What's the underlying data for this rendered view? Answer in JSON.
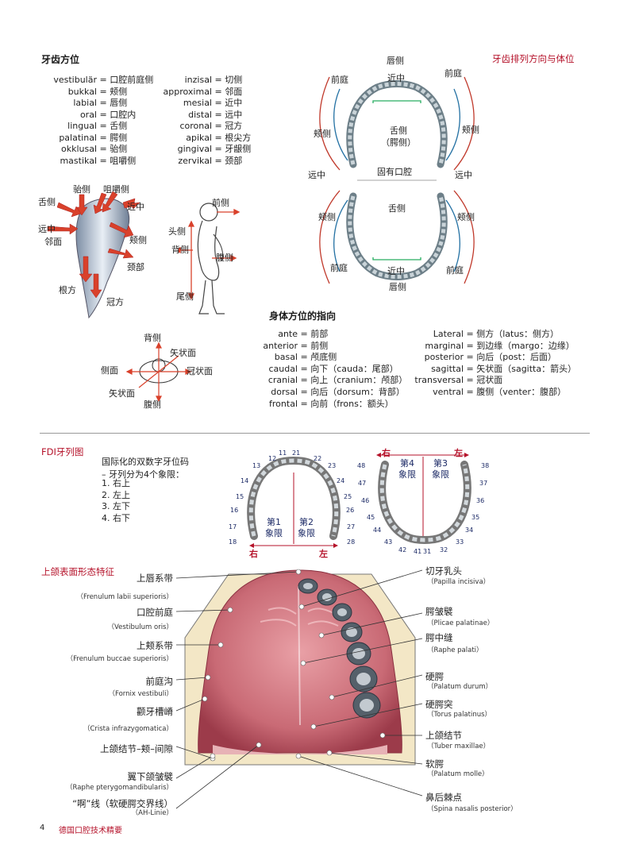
{
  "section1": {
    "title": "牙齿方位",
    "left_terms": [
      [
        "vestibulär",
        "口腔前庭侧"
      ],
      [
        "bukkal",
        "颊侧"
      ],
      [
        "labial",
        "唇侧"
      ],
      [
        "oral",
        "口腔内"
      ],
      [
        "lingual",
        "舌侧"
      ],
      [
        "palatinal",
        "腭侧"
      ],
      [
        "okklusal",
        "骀侧"
      ],
      [
        "mastikal",
        "咀嚼侧"
      ]
    ],
    "right_terms": [
      [
        "inzisal",
        "切侧"
      ],
      [
        "approximal",
        "邻面"
      ],
      [
        "mesial",
        "近中"
      ],
      [
        "distal",
        "远中"
      ],
      [
        "coronal",
        "冠方"
      ],
      [
        "apikal",
        "根尖方"
      ],
      [
        "gingival",
        "牙龈侧"
      ],
      [
        "zervikal",
        "颈部"
      ]
    ],
    "tooth_labels": {
      "occlusal": "骀侧",
      "mastical": "咀嚼侧",
      "lingual": "舌侧",
      "mesial": "近中",
      "distal": "远中",
      "approximal": "邻面",
      "buccal": "颊侧",
      "cervical": "颈部",
      "apical": "根方",
      "coronal": "冠方"
    },
    "body_labels": {
      "front": "前侧",
      "head": "头侧",
      "back": "背侧",
      "belly": "腹侧",
      "tail": "尾侧"
    },
    "plane_labels": {
      "dorsal": "背侧",
      "sagittal_top": "矢状面",
      "lateral": "侧面",
      "coronal": "冠状面",
      "sagittal_bottom": "矢状面",
      "ventral": "腹侧"
    }
  },
  "arch": {
    "title": "牙齿排列方向与体位",
    "labels": {
      "lip_top": "唇侧",
      "vestibule_tl": "前庭",
      "vestibule_tr": "前庭",
      "mesial_top": "近中",
      "buccal_ul": "颊侧",
      "buccal_ur": "颊侧",
      "tongue_palate": "舌侧\n（腭侧）",
      "distal_l": "远中",
      "distal_r": "远中",
      "oral_cavity": "固有口腔",
      "buccal_ll": "颊侧",
      "buccal_lr": "颊侧",
      "tongue": "舌侧",
      "vestibule_bl": "前庭",
      "vestibule_br": "前庭",
      "mesial_bottom": "近中",
      "lip_bottom": "唇侧"
    }
  },
  "body_orientation": {
    "title": "身体方位的指向",
    "left_terms": [
      [
        "ante",
        "前部"
      ],
      [
        "anterior",
        "前侧"
      ],
      [
        "basal",
        "颅底侧"
      ],
      [
        "caudal",
        "向下（cauda：尾部）"
      ],
      [
        "cranial",
        "向上（cranium：颅部）"
      ],
      [
        "dorsal",
        "向后（dorsum：背部）"
      ],
      [
        "frontal",
        "向前（frons：额头）"
      ]
    ],
    "right_terms": [
      [
        "Lateral",
        "侧方（latus：侧方）"
      ],
      [
        "marginal",
        "到边缘（margo：边缘）"
      ],
      [
        "posterior",
        "向后（post：后面）"
      ],
      [
        "sagittal",
        "矢状面（sagitta：箭头）"
      ],
      [
        "transversal",
        "冠状面"
      ],
      [
        "ventral",
        "腹侧（venter：腹部）"
      ]
    ]
  },
  "fdi": {
    "title": "FDI牙列图",
    "intro": "国际化的双数字牙位码",
    "intro2": "– 牙列分为4个象限：",
    "list": [
      "1. 右上",
      "2. 左上",
      "3. 左下",
      "4. 右下"
    ],
    "upper_left_nums": [
      "11",
      "12",
      "13",
      "14",
      "15",
      "16",
      "17",
      "18"
    ],
    "upper_right_nums": [
      "21",
      "22",
      "23",
      "24",
      "25",
      "26",
      "27",
      "28"
    ],
    "lower_left_nums": [
      "48",
      "47",
      "46",
      "45",
      "44",
      "43",
      "42",
      "41"
    ],
    "lower_right_nums": [
      "31",
      "32",
      "33",
      "34",
      "35",
      "36",
      "37",
      "38"
    ],
    "q1": "第1\n象限",
    "q2": "第2\n象限",
    "q3": "第3\n象限",
    "q4": "第4\n象限",
    "right": "右",
    "left": "左"
  },
  "maxilla": {
    "title": "上颌表面形态特征",
    "left": [
      {
        "cn": "上唇系带",
        "de": "（Frenulum labii superioris）"
      },
      {
        "cn": "口腔前庭",
        "de": "（Vestibulum oris）"
      },
      {
        "cn": "上颊系带",
        "de": "（Frenulum buccae superioris）"
      },
      {
        "cn": "前庭沟",
        "de": "（Fornix vestibuli）"
      },
      {
        "cn": "颧牙槽嵴",
        "de": "（Crista infrazygomatica）"
      },
      {
        "cn": "上颌结节–颊–间隙",
        "de": ""
      },
      {
        "cn": "翼下颌皱襞",
        "de": "（Raphe pterygomandibularis）"
      },
      {
        "cn": "“啊”线（软硬腭交界线）",
        "de": "（AH-Linie）"
      }
    ],
    "right": [
      {
        "cn": "切牙乳头",
        "de": "（Papilla incisiva）"
      },
      {
        "cn": "腭皱襞",
        "de": "（Plicae palatinae）"
      },
      {
        "cn": "腭中缝",
        "de": "（Raphe palati）"
      },
      {
        "cn": "硬腭",
        "de": "（Palatum durum）"
      },
      {
        "cn": "硬腭突",
        "de": "（Torus palatinus）"
      },
      {
        "cn": "上颌结节",
        "de": "（Tuber maxillae）"
      },
      {
        "cn": "软腭",
        "de": "（Palatum molle）"
      },
      {
        "cn": "鼻后棘点",
        "de": "（Spina nasalis posterior）"
      }
    ]
  },
  "footer": {
    "page": "4",
    "book": "德国口腔技术精要"
  },
  "colors": {
    "accent_red": "#b5122a",
    "arrow_red": "#d9412b",
    "navy": "#1c2a66"
  }
}
